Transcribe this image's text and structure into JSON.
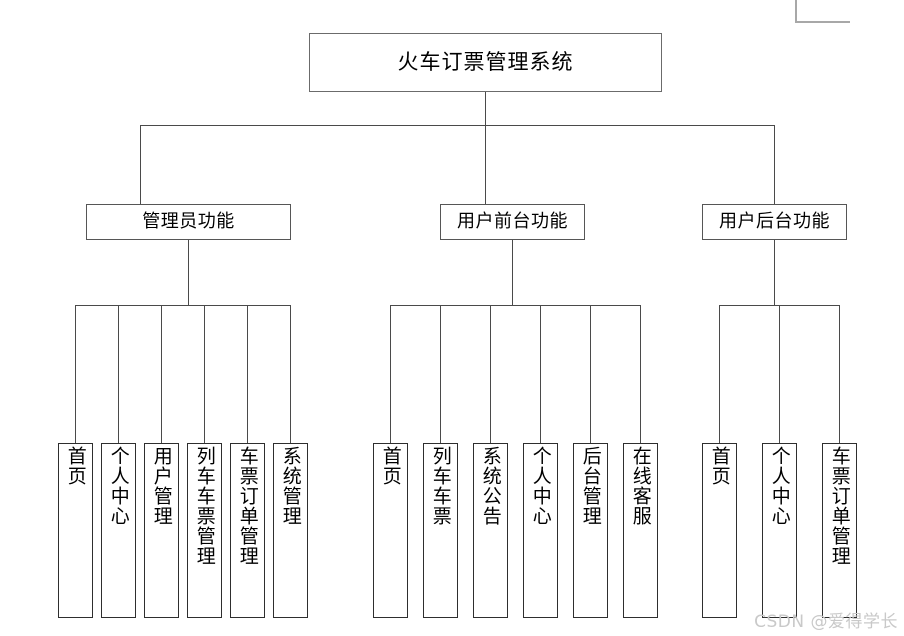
{
  "diagram": {
    "title": "火车订票管理系统",
    "root": {
      "label": "火车订票管理系统"
    },
    "branches": [
      {
        "label": "管理员功能",
        "leaves": [
          {
            "label": "首页"
          },
          {
            "label": "个人中心"
          },
          {
            "label": "用户管理"
          },
          {
            "label": "列车车票管理"
          },
          {
            "label": "车票订单管理"
          },
          {
            "label": "系统管理"
          }
        ]
      },
      {
        "label": "用户前台功能",
        "leaves": [
          {
            "label": "首页"
          },
          {
            "label": "列车车票"
          },
          {
            "label": "系统公告"
          },
          {
            "label": "个人中心"
          },
          {
            "label": "后台管理"
          },
          {
            "label": "在线客服"
          }
        ]
      },
      {
        "label": "用户后台功能",
        "leaves": [
          {
            "label": "首页"
          },
          {
            "label": "个人中心"
          },
          {
            "label": "车票订单管理"
          }
        ]
      }
    ]
  },
  "watermark": {
    "text": "CSDN @爱得学长"
  },
  "colors": {
    "background": "#ffffff",
    "box_border": "#3a3a3a",
    "line": "#4a4a4a",
    "text": "#000000",
    "watermark": "#c9c9c9"
  }
}
